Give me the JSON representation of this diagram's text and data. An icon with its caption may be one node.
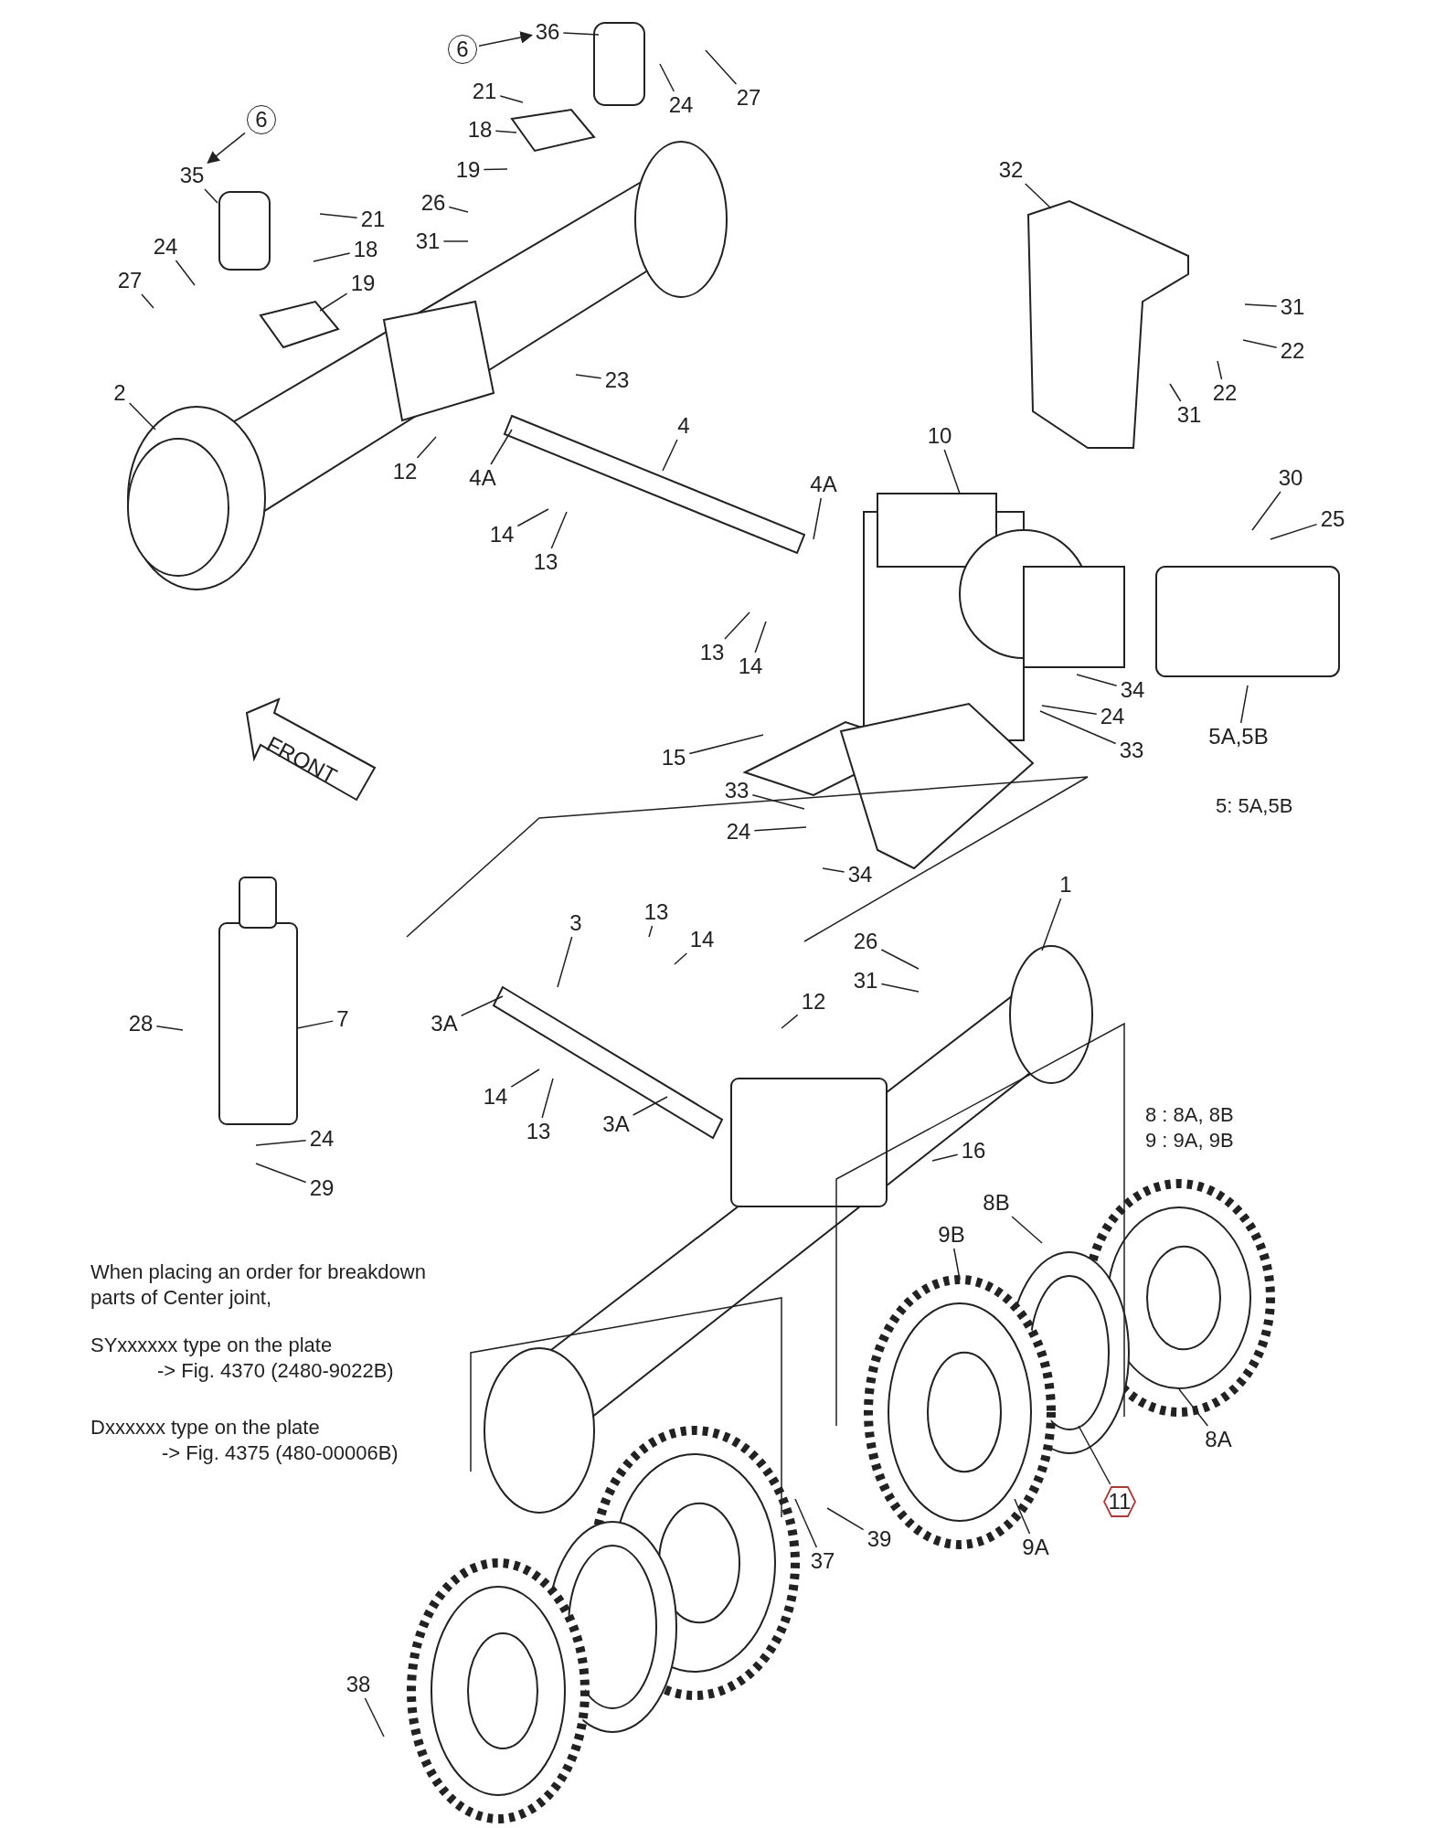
{
  "diagram": {
    "nodes": [
      {
        "text": [
          "6"
        ]
      },
      {
        "text": [
          "36"
        ]
      },
      {
        "text": [
          "24"
        ]
      },
      {
        "text": [
          "27"
        ]
      },
      {
        "text": [
          "21"
        ]
      },
      {
        "text": [
          "6"
        ]
      },
      {
        "text": [
          "18"
        ]
      },
      {
        "text": [
          "19"
        ]
      },
      {
        "text": [
          "35"
        ]
      },
      {
        "text": [
          "32"
        ]
      },
      {
        "text": [
          "26"
        ]
      },
      {
        "text": [
          "21"
        ]
      },
      {
        "text": [
          "31"
        ]
      },
      {
        "text": [
          "24"
        ]
      },
      {
        "text": [
          "18"
        ]
      },
      {
        "text": [
          "27"
        ]
      },
      {
        "text": [
          "19"
        ]
      },
      {
        "text": [
          "31"
        ]
      },
      {
        "text": [
          "22"
        ]
      },
      {
        "text": [
          "23"
        ]
      },
      {
        "text": [
          "22"
        ]
      },
      {
        "text": [
          "2"
        ]
      },
      {
        "text": [
          "31"
        ]
      },
      {
        "text": [
          "4"
        ]
      },
      {
        "text": [
          "10"
        ]
      },
      {
        "text": [
          "12"
        ]
      },
      {
        "text": [
          "4A"
        ]
      },
      {
        "text": [
          "30"
        ]
      },
      {
        "text": [
          "4A"
        ]
      },
      {
        "text": [
          "25"
        ]
      },
      {
        "text": [
          "14"
        ]
      },
      {
        "text": [
          "13"
        ]
      },
      {
        "text": [
          "13"
        ]
      },
      {
        "text": [
          "14"
        ]
      },
      {
        "text": [
          "34"
        ]
      },
      {
        "text": [
          "24"
        ]
      },
      {
        "text": [
          "5A,5B"
        ]
      },
      {
        "text": [
          "33"
        ]
      },
      {
        "text": [
          "15"
        ]
      },
      {
        "text": [
          "33"
        ]
      },
      {
        "text": [
          "24"
        ]
      },
      {
        "text": [
          "34"
        ]
      },
      {
        "text": [
          "1"
        ]
      },
      {
        "text": [
          "13"
        ]
      },
      {
        "text": [
          "3"
        ]
      },
      {
        "text": [
          "14"
        ]
      },
      {
        "text": [
          "26"
        ]
      },
      {
        "text": [
          "31"
        ]
      },
      {
        "text": [
          "12"
        ]
      },
      {
        "text": [
          "7"
        ]
      },
      {
        "text": [
          "28"
        ]
      },
      {
        "text": [
          "3A"
        ]
      },
      {
        "text": [
          "14"
        ]
      },
      {
        "text": [
          "3A"
        ]
      },
      {
        "text": [
          "13"
        ]
      },
      {
        "text": [
          "24"
        ]
      },
      {
        "text": [
          "16"
        ]
      },
      {
        "text": [
          "29"
        ]
      },
      {
        "text": [
          "8B"
        ]
      },
      {
        "text": [
          "9B"
        ]
      },
      {
        "text": [
          "8A"
        ]
      },
      {
        "text": [
          "11"
        ]
      },
      {
        "text": [
          "39"
        ]
      },
      {
        "text": [
          "9A"
        ]
      },
      {
        "text": [
          "37"
        ]
      },
      {
        "text": [
          "38"
        ]
      }
    ],
    "edges": [
      {
        "from": 0,
        "to": 1,
        "arrow": "to"
      },
      {
        "from": 5,
        "to": 8,
        "arrow": "to"
      },
      {
        "from": 1,
        "to": null,
        "arrow": "none"
      },
      {
        "from": 2,
        "to": null,
        "arrow": "none"
      },
      {
        "from": 3,
        "to": null,
        "arrow": "none"
      },
      {
        "from": 4,
        "to": null,
        "arrow": "none"
      },
      {
        "from": 6,
        "to": null,
        "arrow": "none"
      },
      {
        "from": 7,
        "to": null,
        "arrow": "none"
      },
      {
        "from": 8,
        "to": null,
        "arrow": "none"
      },
      {
        "from": 9,
        "to": null,
        "arrow": "none"
      },
      {
        "from": 10,
        "to": null,
        "arrow": "none"
      },
      {
        "from": 11,
        "to": null,
        "arrow": "none"
      },
      {
        "from": 12,
        "to": null,
        "arrow": "none"
      },
      {
        "from": 13,
        "to": null,
        "arrow": "none"
      },
      {
        "from": 14,
        "to": null,
        "arrow": "none"
      },
      {
        "from": 15,
        "to": null,
        "arrow": "none"
      },
      {
        "from": 16,
        "to": null,
        "arrow": "none"
      },
      {
        "from": 17,
        "to": null,
        "arrow": "none"
      },
      {
        "from": 18,
        "to": null,
        "arrow": "none"
      },
      {
        "from": 19,
        "to": null,
        "arrow": "none"
      },
      {
        "from": 20,
        "to": null,
        "arrow": "none"
      },
      {
        "from": 21,
        "to": null,
        "arrow": "none"
      },
      {
        "from": 22,
        "to": null,
        "arrow": "none"
      },
      {
        "from": 23,
        "to": null,
        "arrow": "none"
      },
      {
        "from": 24,
        "to": null,
        "arrow": "none"
      },
      {
        "from": 25,
        "to": null,
        "arrow": "none"
      },
      {
        "from": 26,
        "to": null,
        "arrow": "none"
      },
      {
        "from": 27,
        "to": null,
        "arrow": "none"
      },
      {
        "from": 28,
        "to": null,
        "arrow": "none"
      },
      {
        "from": 29,
        "to": null,
        "arrow": "none"
      },
      {
        "from": 30,
        "to": null,
        "arrow": "none"
      },
      {
        "from": 31,
        "to": null,
        "arrow": "none"
      },
      {
        "from": 32,
        "to": null,
        "arrow": "none"
      },
      {
        "from": 33,
        "to": null,
        "arrow": "none"
      },
      {
        "from": 34,
        "to": null,
        "arrow": "none"
      },
      {
        "from": 35,
        "to": null,
        "arrow": "none"
      },
      {
        "from": 36,
        "to": null,
        "arrow": "none"
      },
      {
        "from": 37,
        "to": null,
        "arrow": "none"
      },
      {
        "from": 38,
        "to": null,
        "arrow": "none"
      },
      {
        "from": 39,
        "to": null,
        "arrow": "none"
      },
      {
        "from": 40,
        "to": null,
        "arrow": "none"
      },
      {
        "from": 41,
        "to": null,
        "arrow": "none"
      },
      {
        "from": 42,
        "to": null,
        "arrow": "none"
      },
      {
        "from": 43,
        "to": null,
        "arrow": "none"
      },
      {
        "from": 44,
        "to": null,
        "arrow": "none"
      },
      {
        "from": 45,
        "to": null,
        "arrow": "none"
      },
      {
        "from": 46,
        "to": null,
        "arrow": "none"
      },
      {
        "from": 47,
        "to": null,
        "arrow": "none"
      },
      {
        "from": 48,
        "to": null,
        "arrow": "none"
      },
      {
        "from": 49,
        "to": null,
        "arrow": "none"
      },
      {
        "from": 50,
        "to": null,
        "arrow": "none"
      },
      {
        "from": 51,
        "to": null,
        "arrow": "none"
      },
      {
        "from": 52,
        "to": null,
        "arrow": "none"
      },
      {
        "from": 53,
        "to": null,
        "arrow": "none"
      },
      {
        "from": 54,
        "to": null,
        "arrow": "none"
      },
      {
        "from": 55,
        "to": null,
        "arrow": "none"
      },
      {
        "from": 56,
        "to": null,
        "arrow": "none"
      },
      {
        "from": 57,
        "to": null,
        "arrow": "none"
      },
      {
        "from": 58,
        "to": null,
        "arrow": "none"
      },
      {
        "from": 59,
        "to": null,
        "arrow": "none"
      },
      {
        "from": 60,
        "to": null,
        "arrow": "none"
      },
      {
        "from": 61,
        "to": null,
        "arrow": "none"
      },
      {
        "from": 62,
        "to": null,
        "arrow": "none"
      },
      {
        "from": 63,
        "to": null,
        "arrow": "none"
      },
      {
        "from": 64,
        "to": null,
        "arrow": "none"
      },
      {
        "from": 65,
        "to": null,
        "arrow": "none"
      }
    ],
    "labels": [
      "FRONT",
      "5: 5A,5B",
      "8 : 8A, 8B",
      "9 : 9A, 9B",
      "When placing an order for breakdown parts of Center joint,",
      "SYxxxxxx type on the plate",
      "-> Fig. 4370 (2480-9022B)",
      "Dxxxxxx type on the plate",
      "-> Fig. 4375 (480-00006B)"
    ]
  }
}
